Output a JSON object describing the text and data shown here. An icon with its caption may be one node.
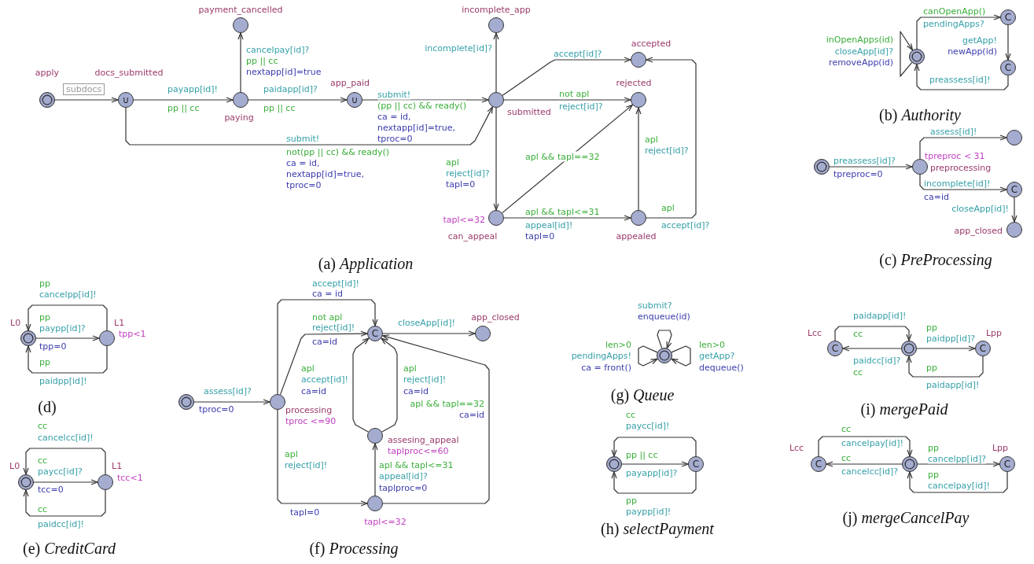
{
  "diagram": {
    "nodes": [
      {
        "text": [
          "payment_cancelled"
        ]
      },
      {
        "text": [
          "apply"
        ]
      },
      {
        "text": [
          "subdocs"
        ]
      },
      {
        "text": [
          "docs_submitted",
          "∪"
        ]
      },
      {
        "text": [
          "paying"
        ]
      },
      {
        "text": [
          "app_paid",
          "∪"
        ]
      },
      {
        "text": [
          "incomplete_app"
        ]
      },
      {
        "text": [
          "submitted"
        ]
      },
      {
        "text": [
          "accepted"
        ]
      },
      {
        "text": [
          "rejected"
        ]
      },
      {
        "text": [
          "tapl<=32",
          "can_appeal"
        ]
      },
      {
        "text": [
          "appealed"
        ]
      },
      {
        "text": [],
        "shape": "circle"
      },
      {
        "text": [
          "C"
        ]
      },
      {
        "text": [
          "C"
        ]
      },
      {
        "text": [],
        "shape": "circle"
      },
      {
        "text": [
          "tpreproc < 31",
          "preprocessing"
        ]
      },
      {
        "text": [],
        "shape": "circle"
      },
      {
        "text": [
          "C"
        ]
      },
      {
        "text": [
          "app_closed"
        ]
      },
      {
        "text": [
          "L0"
        ]
      },
      {
        "text": [
          "L1",
          "tpp<1"
        ]
      },
      {
        "text": [
          "L0"
        ]
      },
      {
        "text": [
          "L1",
          "tcc<1"
        ]
      },
      {
        "text": [],
        "shape": "circle"
      },
      {
        "text": [
          "processing",
          "tproc <=90"
        ]
      },
      {
        "text": [
          "C"
        ]
      },
      {
        "text": [
          "app_closed"
        ]
      },
      {
        "text": [
          "assesing_appeal",
          "taplproc<=60"
        ]
      },
      {
        "text": [
          "tapl<=32"
        ]
      },
      {
        "text": [],
        "shape": "circle"
      },
      {
        "text": [],
        "shape": "circle"
      },
      {
        "text": [
          "C"
        ]
      },
      {
        "text": [
          "Lcc",
          "C"
        ]
      },
      {
        "text": [],
        "shape": "circle"
      },
      {
        "text": [
          "Lpp",
          "C"
        ]
      },
      {
        "text": [
          "Lcc",
          "C"
        ]
      },
      {
        "text": [],
        "shape": "circle"
      },
      {
        "text": [
          "Lpp",
          "C"
        ]
      }
    ],
    "edges": [
      {
        "from": 1,
        "to": 3,
        "arrow": "to"
      },
      {
        "from": 3,
        "to": 4,
        "arrow": "to",
        "label": "payapp[id]! pp || cc"
      },
      {
        "from": 4,
        "to": 0,
        "arrow": "to",
        "label": "cancelpay[id]? pp || cc nextapp[id]=true"
      },
      {
        "from": 4,
        "to": 5,
        "arrow": "to",
        "label": "paidapp[id]? pp || cc"
      },
      {
        "from": 5,
        "to": 7,
        "arrow": "to",
        "label": "submit! (pp || cc) && ready() ca = id, nextapp[id]=true, tproc=0"
      },
      {
        "from": 3,
        "to": 7,
        "arrow": "to",
        "label": "submit! not(pp || cc) && ready() ca = id, nextapp[id]=true, tproc=0"
      },
      {
        "from": 7,
        "to": 6,
        "arrow": "to",
        "label": "incomplete[id]?"
      },
      {
        "from": 7,
        "to": 8,
        "arrow": "to",
        "label": "accept[id]?"
      },
      {
        "from": 7,
        "to": 9,
        "arrow": "to",
        "label": "not apl reject[id]?"
      },
      {
        "from": 7,
        "to": 10,
        "arrow": "to",
        "label": "apl reject[id]? tapl=0"
      },
      {
        "from": 10,
        "to": 9,
        "arrow": "to",
        "label": "apl && tapl==32"
      },
      {
        "from": 10,
        "to": 11,
        "arrow": "to",
        "label": "apl && tapl<=31 appeal[id]! tapl=0"
      },
      {
        "from": 11,
        "to": 9,
        "arrow": "to",
        "label": "apl reject[id]?"
      },
      {
        "from": 11,
        "to": 8,
        "arrow": "to",
        "label": "apl accept[id]?"
      },
      {
        "from": 12,
        "to": 13,
        "arrow": "to",
        "label": "canOpenApp() pendingApps?"
      },
      {
        "from": 13,
        "to": 14,
        "arrow": "to",
        "label": "getApp! newApp(id)"
      },
      {
        "from": 14,
        "to": 12,
        "arrow": "to",
        "label": "preassess[id]!"
      },
      {
        "from": 12,
        "to": 12,
        "arrow": "to",
        "label": "inOpenApps(id) closeApp[id]? removeApp(id)"
      },
      {
        "from": 15,
        "to": 16,
        "arrow": "to",
        "label": "preassess[id]? tpreproc=0"
      },
      {
        "from": 16,
        "to": 17,
        "arrow": "to",
        "label": "assess[id]!"
      },
      {
        "from": 16,
        "to": 18,
        "arrow": "to",
        "label": "incomplete[id]! ca=id"
      },
      {
        "from": 18,
        "to": 19,
        "arrow": "to",
        "label": "closeApp[id]!"
      },
      {
        "from": 21,
        "to": 20,
        "arrow": "to",
        "label": "pp cancelpp[id]!"
      },
      {
        "from": 20,
        "to": 21,
        "arrow": "to",
        "label": "pp paypp[id]? tpp=0"
      },
      {
        "from": 21,
        "to": 20,
        "arrow": "to",
        "label": "pp paidpp[id]!"
      },
      {
        "from": 23,
        "to": 22,
        "arrow": "to",
        "label": "cc cancelcc[id]!"
      },
      {
        "from": 22,
        "to": 23,
        "arrow": "to",
        "label": "cc paycc[id]? tcc=0"
      },
      {
        "from": 23,
        "to": 22,
        "arrow": "to",
        "label": "cc paidcc[id]!"
      },
      {
        "from": 24,
        "to": 25,
        "arrow": "to",
        "label": "assess[id]? tproc=0"
      },
      {
        "from": 25,
        "to": 26,
        "arrow": "to",
        "label": "accept[id]! ca = id"
      },
      {
        "from": 25,
        "to": 26,
        "arrow": "to",
        "label": "not apl reject[id]! ca=id"
      },
      {
        "from": 28,
        "to": 26,
        "arrow": "to",
        "label": "apl accept[id]! ca=id"
      },
      {
        "from": 28,
        "to": 26,
        "arrow": "to",
        "label": "apl reject[id]! ca=id"
      },
      {
        "from": 26,
        "to": 27,
        "arrow": "to",
        "label": "closeApp[id]!"
      },
      {
        "from": 29,
        "to": 26,
        "arrow": "to",
        "label": "apl && tapl==32 ca=id"
      },
      {
        "from": 29,
        "to": 28,
        "arrow": "to",
        "label": "apl && tapl<=31 appeal[id]? taplproc=0"
      },
      {
        "from": 25,
        "to": 29,
        "arrow": "to",
        "label": "apl reject[id]! tapl=0"
      },
      {
        "from": 30,
        "to": 30,
        "arrow": "to",
        "label": "submit? enqueue(id)"
      },
      {
        "from": 30,
        "to": 30,
        "arrow": "to",
        "label": "len>0 pendingApps! ca = front()"
      },
      {
        "from": 30,
        "to": 30,
        "arrow": "to",
        "label": "len>0 getApp? dequeue()"
      },
      {
        "from": 32,
        "to": 31,
        "arrow": "to",
        "label": "cc paycc[id]!"
      },
      {
        "from": 31,
        "to": 32,
        "arrow": "to",
        "label": "pp || cc payapp[id]?"
      },
      {
        "from": 32,
        "to": 31,
        "arrow": "to",
        "label": "pp paypp[id]!"
      },
      {
        "from": 33,
        "to": 34,
        "arrow": "to",
        "label": "paidapp[id]! cc"
      },
      {
        "from": 34,
        "to": 35,
        "arrow": "to",
        "label": "pp paidpp[id]?"
      },
      {
        "from": 34,
        "to": 33,
        "arrow": "to",
        "label": "paidcc[id]? cc"
      },
      {
        "from": 35,
        "to": 34,
        "arrow": "to",
        "label": "pp paidapp[id]!"
      },
      {
        "from": 36,
        "to": 37,
        "arrow": "to",
        "label": "cc cancelpay[id]!"
      },
      {
        "from": 37,
        "to": 36,
        "arrow": "to",
        "label": "cc cancelcc[id]?"
      },
      {
        "from": 37,
        "to": 38,
        "arrow": "to",
        "label": "pp cancelpp[id]?"
      },
      {
        "from": 38,
        "to": 37,
        "arrow": "to",
        "label": "pp cancelpay[id]!"
      }
    ],
    "labels": [
      "(a) *Application*",
      "(b) *Authority*",
      "(c) *PreProcessing*",
      "(d)",
      "(e) *CreditCard*",
      "(f) *Processing*",
      "(g) *Queue*",
      "(h) *selectPayment*",
      "(i) *mergePaid*",
      "(j) *mergeCancelPay*"
    ]
  }
}
